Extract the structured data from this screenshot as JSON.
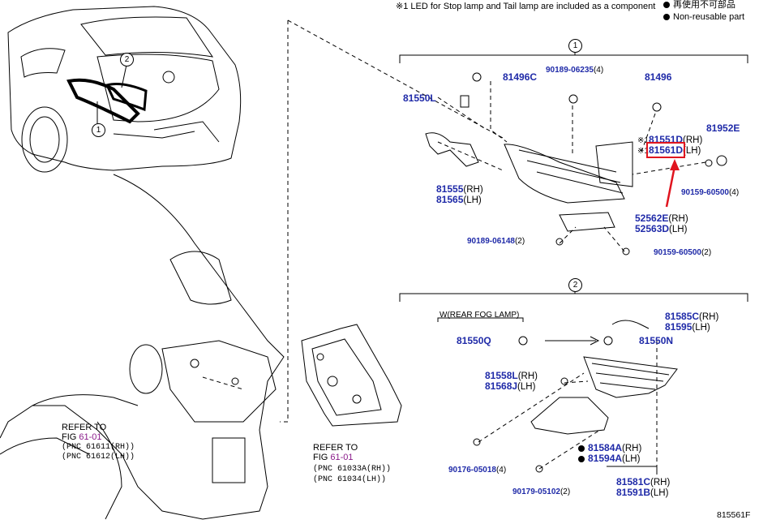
{
  "notes": {
    "led_note": "※1 LED for Stop lamp and Tail lamp are included as a component",
    "non_reusable_jp": "再使用不可部品",
    "non_reusable_en": "Non-reusable part"
  },
  "callouts": {
    "c1": "1",
    "c2": "2"
  },
  "group1": {
    "p81496C": "81496C",
    "p90189_06235": "90189-06235",
    "p90189_06235_qty": "(4)",
    "p81496": "81496",
    "p81550L": "81550L",
    "p81952E": "81952E",
    "note_mark": "※1",
    "p81551D": "81551D",
    "p81551D_side": "(RH)",
    "p81561D": "81561D",
    "p81561D_side": "(LH)",
    "p81555": "81555",
    "p81555_side": "(RH)",
    "p81565": "81565",
    "p81565_side": "(LH)",
    "p90159_60500a": "90159-60500",
    "p90159_60500a_qty": "(4)",
    "p52562E": "52562E",
    "p52562E_side": "(RH)",
    "p52563D": "52563D",
    "p52563D_side": "(LH)",
    "p90189_06148": "90189-06148",
    "p90189_06148_qty": "(2)",
    "p90159_60500b": "90159-60500",
    "p90159_60500b_qty": "(2)"
  },
  "group2": {
    "fog_label": "W(REAR FOG LAMP)",
    "p81585C": "81585C",
    "p81585C_side": "(RH)",
    "p81595": "81595",
    "p81595_side": "(LH)",
    "p81550Q": "81550Q",
    "p81550N": "81550N",
    "p81558L": "81558L",
    "p81558L_side": "(RH)",
    "p81568J": "81568J",
    "p81568J_side": "(LH)",
    "p81584A": "81584A",
    "p81584A_side": "(RH)",
    "p81594A": "81594A",
    "p81594A_side": "(LH)",
    "p90176_05018": "90176-05018",
    "p90176_05018_qty": "(4)",
    "p90179_05102": "90179-05102",
    "p90179_05102_qty": "(2)",
    "p81581C": "81581C",
    "p81581C_side": "(RH)",
    "p81591B": "81591B",
    "p81591B_side": "(LH)"
  },
  "refs": {
    "a_line1": "REFER TO",
    "a_fig_prefix": "FIG ",
    "a_fig": "61-01",
    "a_pnc1": "(PNC 61611(RH))",
    "a_pnc2": "(PNC 61612(LH))",
    "b_line1": "REFER TO",
    "b_fig_prefix": "FIG ",
    "b_fig": "61-01",
    "b_pnc1": "(PNC 61033A(RH))",
    "b_pnc2": "(PNC 61034(LH))"
  },
  "footer_code": "815561F"
}
